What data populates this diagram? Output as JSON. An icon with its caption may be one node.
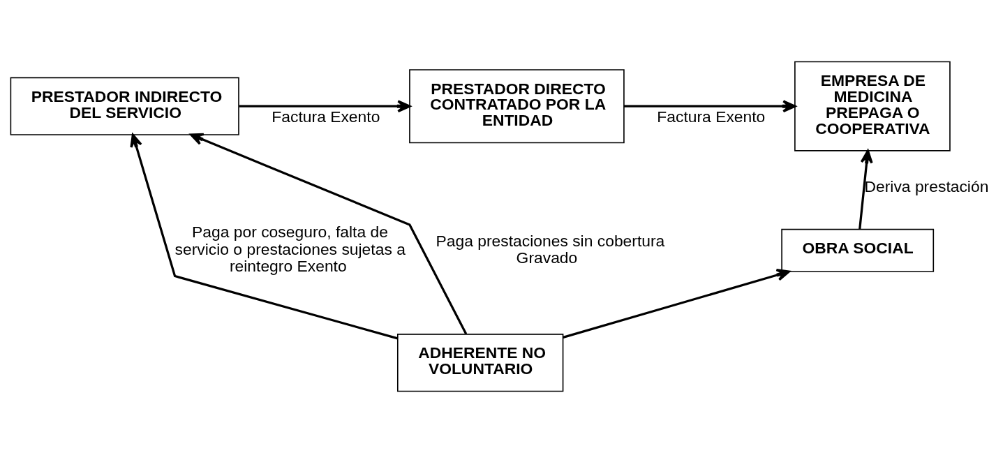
{
  "diagram": {
    "nodes": [
      {
        "text": [
          "PRESTADOR INDIRECTO DEL SERVICIO"
        ]
      },
      {
        "text": [
          "PRESTADOR DIRECTO CONTRATADO POR LA ENTIDAD"
        ]
      },
      {
        "text": [
          "EMPRESA DE MEDICINA PREPAGA O COOPERATIVA"
        ]
      },
      {
        "text": [
          "OBRA SOCIAL"
        ]
      },
      {
        "text": [
          "ADHERENTE NO VOLUNTARIO"
        ]
      }
    ],
    "edges": [
      {
        "from": 0,
        "to": 1,
        "arrow": "to",
        "label": "Factura Exento"
      },
      {
        "from": 1,
        "to": 2,
        "arrow": "to",
        "label": "Factura Exento"
      },
      {
        "from": 3,
        "to": 2,
        "arrow": "to",
        "label": "Deriva prestación"
      },
      {
        "from": 4,
        "to": 3,
        "arrow": "to"
      },
      {
        "from": 4,
        "to": 0,
        "arrow": "to",
        "label": "Paga por coseguro, falta de servicio o prestaciones sujetas a reintegro Exento"
      },
      {
        "from": 4,
        "to": 0,
        "arrow": "to",
        "label": "Paga prestaciones sin cobertura Gravado"
      }
    ]
  }
}
